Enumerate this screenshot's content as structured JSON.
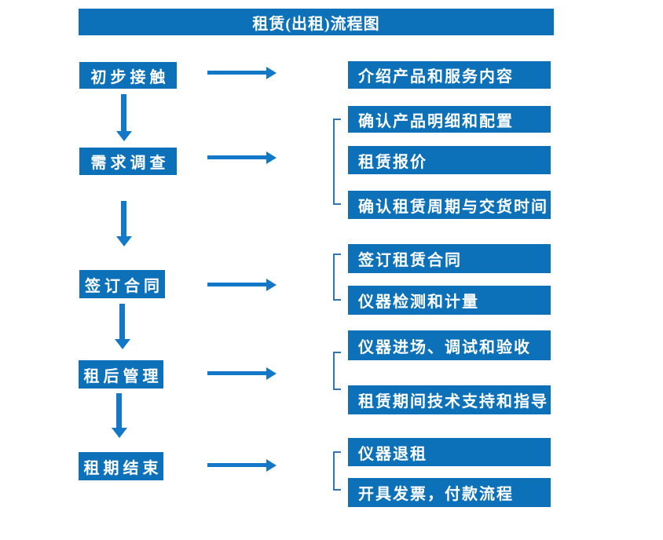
{
  "title": "租赁(出租)流程图",
  "colors": {
    "box_blue": "#0D71BA",
    "arrow_blue": "#1478C8",
    "bracket_blue": "#2E75B6",
    "text_white": "#FFFFFF",
    "page_bg": "#FFFFFF"
  },
  "steps": [
    {
      "label": "初步接触",
      "outputs": [
        "介绍产品和服务内容"
      ]
    },
    {
      "label": "需求调查",
      "outputs": [
        "确认产品明细和配置",
        "租赁报价",
        "确认租赁周期与交货时间"
      ]
    },
    {
      "label": "签订合同",
      "outputs": [
        "签订租赁合同",
        "仪器检测和计量"
      ]
    },
    {
      "label": "租后管理",
      "outputs": [
        "仪器进场、调试和验收",
        "租赁期间技术支持和指导"
      ]
    },
    {
      "label": "租期结束",
      "outputs": [
        "仪器退租",
        "开具发票，付款流程"
      ]
    }
  ]
}
